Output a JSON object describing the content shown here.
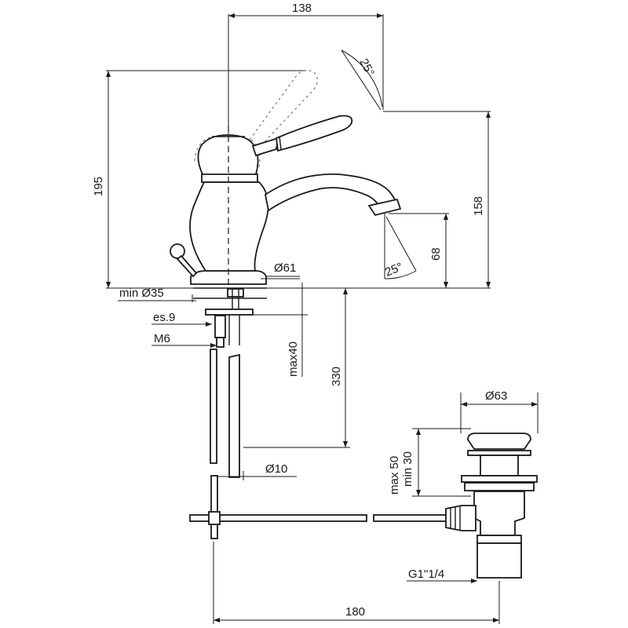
{
  "dimensions": {
    "top_width": "138",
    "spout_angle": "25°",
    "total_height": "195",
    "spout_height": "158",
    "outlet_height": "68",
    "lower_angle": "25°",
    "base_diameter": "Ø61",
    "hole_diameter": "min Ø35",
    "counter_thickness": "es.9",
    "thread": "M6",
    "max_thickness": "max40",
    "hose_length": "330",
    "tube_diameter": "Ø10",
    "waste_cap": "Ø63",
    "waste_range": "max 50\nmin 30",
    "waste_range_max": "max 50",
    "waste_range_min": "min 30",
    "waste_thread": "G1\"1/4",
    "rod_length": "180"
  }
}
